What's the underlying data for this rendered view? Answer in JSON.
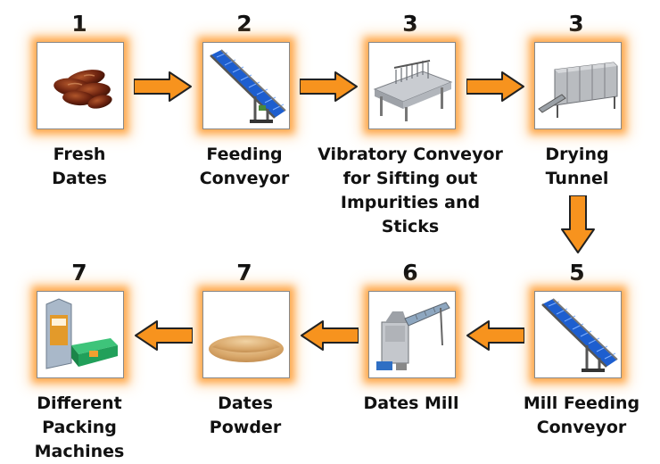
{
  "steps": [
    {
      "number": "1",
      "label_lines": [
        "Fresh",
        "Dates"
      ],
      "image_icon": "dates-fruit"
    },
    {
      "number": "2",
      "label_lines": [
        "Feeding",
        "Conveyor"
      ],
      "image_icon": "inclined-belt-conveyor"
    },
    {
      "number": "3",
      "label_lines": [
        "Vibratory Conveyor",
        "for Sifting out",
        "Impurities and",
        "Sticks"
      ],
      "image_icon": "vibratory-conveyor"
    },
    {
      "number": "3",
      "label_lines": [
        "Drying",
        "Tunnel"
      ],
      "image_icon": "drying-tunnel"
    },
    {
      "number": "5",
      "label_lines": [
        "Mill Feeding",
        "Conveyor"
      ],
      "image_icon": "inclined-belt-conveyor"
    },
    {
      "number": "6",
      "label_lines": [
        "Dates Mill"
      ],
      "image_icon": "mill-machine"
    },
    {
      "number": "7",
      "label_lines": [
        "Dates",
        "Powder"
      ],
      "image_icon": "powder-pile"
    },
    {
      "number": "7",
      "label_lines": [
        "Different",
        "Packing",
        "Machines"
      ],
      "image_icon": "packages"
    }
  ],
  "colors": {
    "arrow": "#F7931E",
    "glow": "#FF9628",
    "text": "#111111"
  }
}
